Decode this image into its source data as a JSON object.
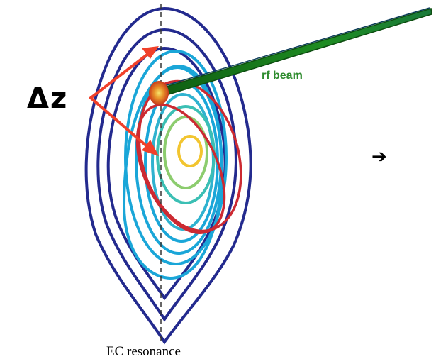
{
  "labels": {
    "delta_z": "Δz",
    "rf_beam": "rf beam",
    "ec_resonance": "EC resonance",
    "arrow_symbol": "➔"
  },
  "colors": {
    "outer_flux": "#232a8e",
    "inner_flux": "#1aa6d8",
    "core_flux_1": "#3bbfb4",
    "core_flux_2": "#8ccc6e",
    "core_flux_3": "#f2c530",
    "island": "#cc2a32",
    "displacement_arrow": "#f0402a",
    "rf_beam": "#1e7e1e",
    "resonance_line": "#333333"
  }
}
